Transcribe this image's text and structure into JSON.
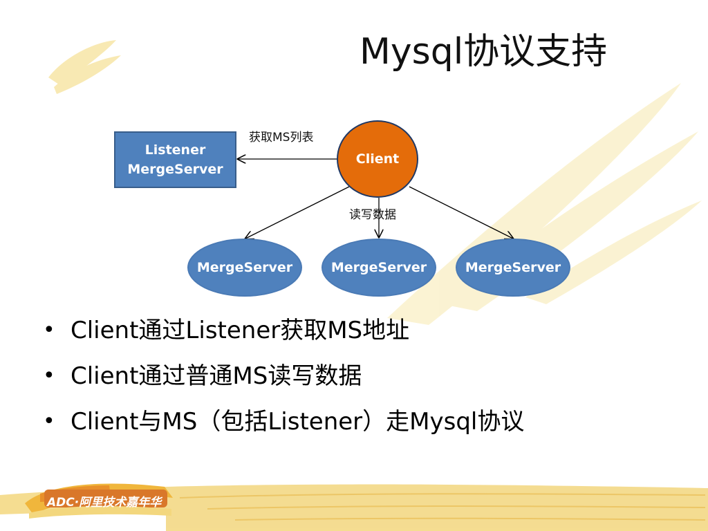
{
  "slide": {
    "title": "Mysql协议支持"
  },
  "diagram": {
    "listener_box": {
      "line1": "Listener",
      "line2": "MergeServer"
    },
    "client": "Client",
    "merge_servers": [
      "MergeServer",
      "MergeServer",
      "MergeServer"
    ],
    "edge_labels": {
      "get_ms_list": "获取MS列表",
      "read_write": "读写数据"
    },
    "colors": {
      "client": "#e46c0a",
      "server": "#4f81bd",
      "box": "#4f81bd"
    }
  },
  "bullets": [
    "Client通过Listener获取MS地址",
    "Client通过普通MS读写数据",
    "Client与MS（包括Listener）走Mysql协议"
  ],
  "footer": {
    "logo_text": "ADC·阿里技术嘉年华"
  }
}
